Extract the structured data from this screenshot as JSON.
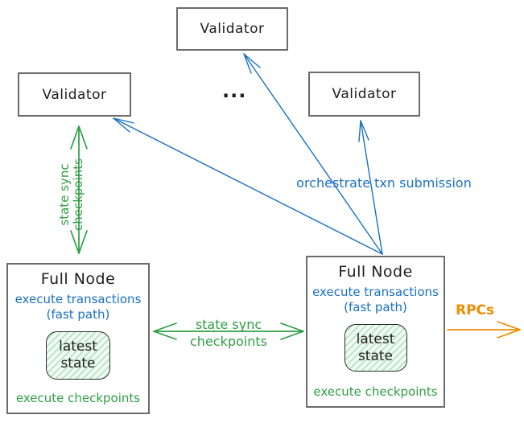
{
  "colors": {
    "ink": "#1e1e1e",
    "blue": "#1971c2",
    "green": "#2f9e44",
    "orange": "#f08c00",
    "border": "#6b6b6b",
    "state_fill_bg": "#f2fbf3",
    "state_fill_line": "#b7e4c0"
  },
  "boxes": {
    "validator_top": {
      "label": "Validator"
    },
    "validator_left": {
      "label": "Validator"
    },
    "validator_right": {
      "label": "Validator"
    },
    "ellipsis": "...",
    "full_node_left": {
      "title": "Full Node",
      "fast_path_line1": "execute transactions",
      "fast_path_line2": "(fast path)",
      "state_line1": "latest",
      "state_line2": "state",
      "checkpoints": "execute checkpoints"
    },
    "full_node_right": {
      "title": "Full Node",
      "fast_path_line1": "execute transactions",
      "fast_path_line2": "(fast path)",
      "state_line1": "latest",
      "state_line2": "state",
      "checkpoints": "execute checkpoints"
    }
  },
  "labels": {
    "vertical_sync": {
      "line1": "state sync",
      "line2": "checkpoints"
    },
    "horizontal_sync": {
      "line1": "state sync",
      "line2": "checkpoints"
    },
    "orchestrate": "orchestrate txn submission",
    "rpcs": "RPCs"
  }
}
